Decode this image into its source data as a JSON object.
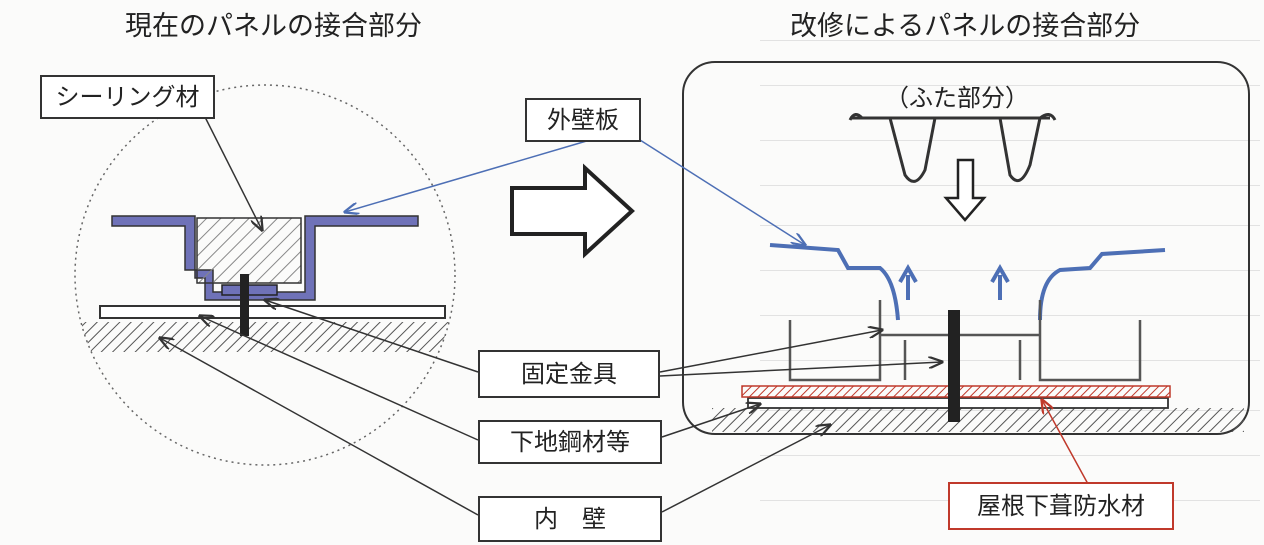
{
  "titles": {
    "current": "現在のパネルの接合部分",
    "renovated": "改修によるパネルの接合部分"
  },
  "labels": {
    "sealing": "シーリング材",
    "outer_wall": "外壁板",
    "lid": "（ふた部分）",
    "fixing": "固定金具",
    "base_steel": "下地鋼材等",
    "inner_wall": "内　壁",
    "roof_membrane": "屋根下葺防水材"
  },
  "colors": {
    "panel_blue": "#6f72b8",
    "outer_line": "#4d6fb5",
    "membrane_red": "#c0392b",
    "sealant_gray": "#a9a9a9"
  }
}
